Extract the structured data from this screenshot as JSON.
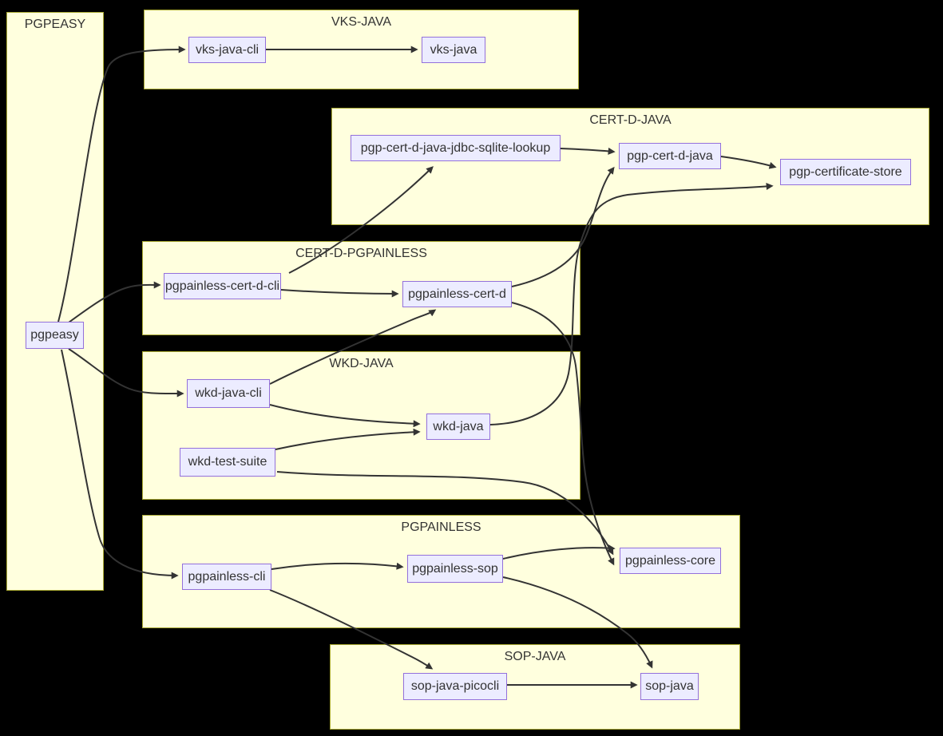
{
  "diagram": {
    "type": "flowchart",
    "colors": {
      "background": "#000000",
      "cluster_fill": "#ffffde",
      "cluster_border": "#aaaa33",
      "node_fill": "#ececff",
      "node_border": "#9370db",
      "edge": "#333333",
      "text": "#333333"
    },
    "clusters": [
      {
        "id": "pgpeasy-group",
        "title": "PGPEASY"
      },
      {
        "id": "vks-java-group",
        "title": "VKS-JAVA"
      },
      {
        "id": "cert-d-java-group",
        "title": "CERT-D-JAVA"
      },
      {
        "id": "cert-d-pgpainless-group",
        "title": "CERT-D-PGPAINLESS"
      },
      {
        "id": "wkd-java-group",
        "title": "WKD-JAVA"
      },
      {
        "id": "pgpainless-group",
        "title": "PGPAINLESS"
      },
      {
        "id": "sop-java-group",
        "title": "SOP-JAVA"
      }
    ],
    "nodes": [
      {
        "id": "pgpeasy",
        "label": "pgpeasy"
      },
      {
        "id": "vks-java-cli",
        "label": "vks-java-cli"
      },
      {
        "id": "vks-java",
        "label": "vks-java"
      },
      {
        "id": "pgp-cert-d-java-jdbc-sqlite-lookup",
        "label": "pgp-cert-d-java-jdbc-sqlite-lookup"
      },
      {
        "id": "pgp-cert-d-java",
        "label": "pgp-cert-d-java"
      },
      {
        "id": "pgp-certificate-store",
        "label": "pgp-certificate-store"
      },
      {
        "id": "pgpainless-cert-d-cli",
        "label": "pgpainless-cert-d-cli"
      },
      {
        "id": "pgpainless-cert-d",
        "label": "pgpainless-cert-d"
      },
      {
        "id": "wkd-java-cli",
        "label": "wkd-java-cli"
      },
      {
        "id": "wkd-test-suite",
        "label": "wkd-test-suite"
      },
      {
        "id": "wkd-java",
        "label": "wkd-java"
      },
      {
        "id": "pgpainless-cli",
        "label": "pgpainless-cli"
      },
      {
        "id": "pgpainless-sop",
        "label": "pgpainless-sop"
      },
      {
        "id": "pgpainless-core",
        "label": "pgpainless-core"
      },
      {
        "id": "sop-java-picocli",
        "label": "sop-java-picocli"
      },
      {
        "id": "sop-java",
        "label": "sop-java"
      }
    ],
    "edges": [
      {
        "from": "pgpeasy",
        "to": "vks-java-cli"
      },
      {
        "from": "pgpeasy",
        "to": "pgpainless-cert-d-cli"
      },
      {
        "from": "pgpeasy",
        "to": "wkd-java-cli"
      },
      {
        "from": "pgpeasy",
        "to": "pgpainless-cli"
      },
      {
        "from": "vks-java-cli",
        "to": "vks-java"
      },
      {
        "from": "pgp-cert-d-java-jdbc-sqlite-lookup",
        "to": "pgp-cert-d-java"
      },
      {
        "from": "pgp-cert-d-java",
        "to": "pgp-certificate-store"
      },
      {
        "from": "pgpainless-cert-d-cli",
        "to": "pgp-cert-d-java-jdbc-sqlite-lookup"
      },
      {
        "from": "pgpainless-cert-d-cli",
        "to": "pgpainless-cert-d"
      },
      {
        "from": "pgpainless-cert-d",
        "to": "pgp-cert-d-java"
      },
      {
        "from": "pgpainless-cert-d",
        "to": "pgpainless-core"
      },
      {
        "from": "wkd-java-cli",
        "to": "pgpainless-cert-d"
      },
      {
        "from": "wkd-java-cli",
        "to": "wkd-java"
      },
      {
        "from": "wkd-test-suite",
        "to": "wkd-java"
      },
      {
        "from": "wkd-test-suite",
        "to": "pgpainless-core"
      },
      {
        "from": "wkd-java",
        "to": "pgp-certificate-store"
      },
      {
        "from": "pgpainless-cli",
        "to": "pgpainless-sop"
      },
      {
        "from": "pgpainless-cli",
        "to": "sop-java-picocli"
      },
      {
        "from": "pgpainless-sop",
        "to": "pgpainless-core"
      },
      {
        "from": "pgpainless-sop",
        "to": "sop-java"
      },
      {
        "from": "sop-java-picocli",
        "to": "sop-java"
      }
    ]
  }
}
